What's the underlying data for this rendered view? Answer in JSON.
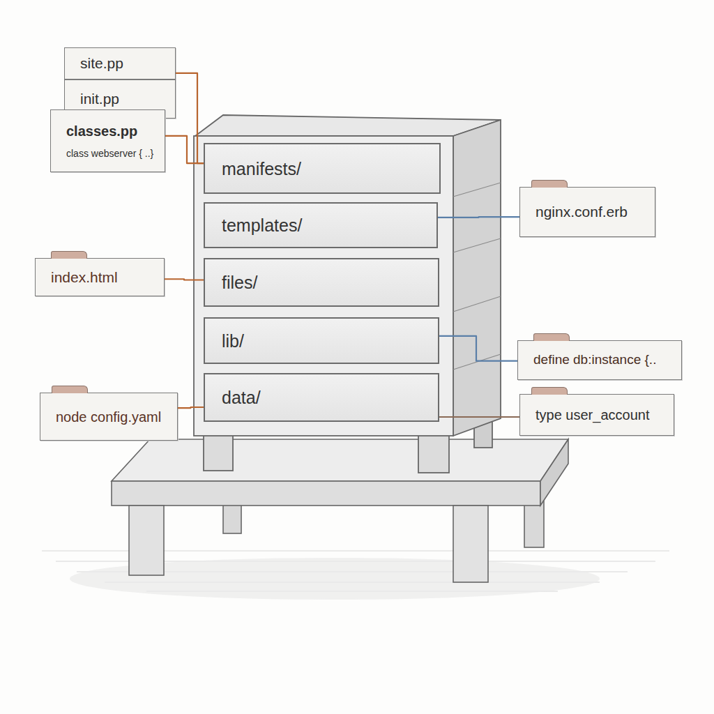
{
  "diagram": {
    "nodes": [
      {
        "text": [
          "site.pp"
        ]
      },
      {
        "text": [
          "init.pp"
        ]
      },
      {
        "text": [
          "classes.pp",
          "class webserver { ..}"
        ]
      },
      {
        "text": [
          "manifests/"
        ]
      },
      {
        "text": [
          "templates/"
        ]
      },
      {
        "text": [
          "nginx.conf.erb"
        ]
      },
      {
        "text": [
          "index.html"
        ]
      },
      {
        "text": [
          "files/"
        ]
      },
      {
        "text": [
          "lib/"
        ]
      },
      {
        "text": [
          "define db:instance {.."
        ]
      },
      {
        "text": [
          "node config.yaml"
        ]
      },
      {
        "text": [
          "data/"
        ]
      },
      {
        "text": [
          "type user_account"
        ]
      }
    ],
    "edges": [
      {
        "from": 0,
        "to": 3,
        "arrow": "none"
      },
      {
        "from": 2,
        "to": 3,
        "arrow": "none"
      },
      {
        "from": 4,
        "to": 5,
        "arrow": "none"
      },
      {
        "from": 6,
        "to": 7,
        "arrow": "none"
      },
      {
        "from": 8,
        "to": 9,
        "arrow": "none"
      },
      {
        "from": 10,
        "to": 11,
        "arrow": "none"
      },
      {
        "from": 12,
        "to": 11,
        "arrow": "none"
      }
    ]
  }
}
